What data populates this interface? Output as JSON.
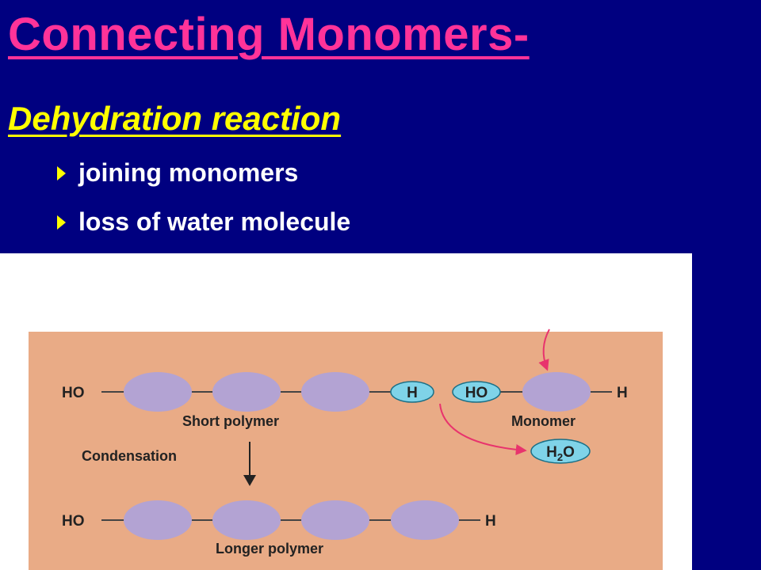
{
  "slide": {
    "title": "Connecting Monomers-",
    "subtitle": "Dehydration reaction",
    "bullets": [
      "joining monomers",
      "loss of water molecule"
    ]
  },
  "diagram": {
    "top_left_end": "HO",
    "hydrogen_label": "H",
    "hydroxyl_label": "HO",
    "top_right_end": "H",
    "short_polymer_label": "Short polymer",
    "monomer_label": "Monomer",
    "water_label_main": "H",
    "water_label_sub": "2",
    "water_label_end": "O",
    "process_label": "Condensation",
    "bottom_left_end": "HO",
    "bottom_right_end": "H",
    "longer_polymer_label": "Longer polymer"
  },
  "colors": {
    "background": "#000080",
    "title": "#ff3399",
    "subtitle": "#ffff00",
    "bullet_text": "#ffffff",
    "panel": "#e9ab86",
    "subunit": "#b3a3d3",
    "group_fill": "#7fd3e8",
    "arrow_pink": "#e8336d"
  }
}
